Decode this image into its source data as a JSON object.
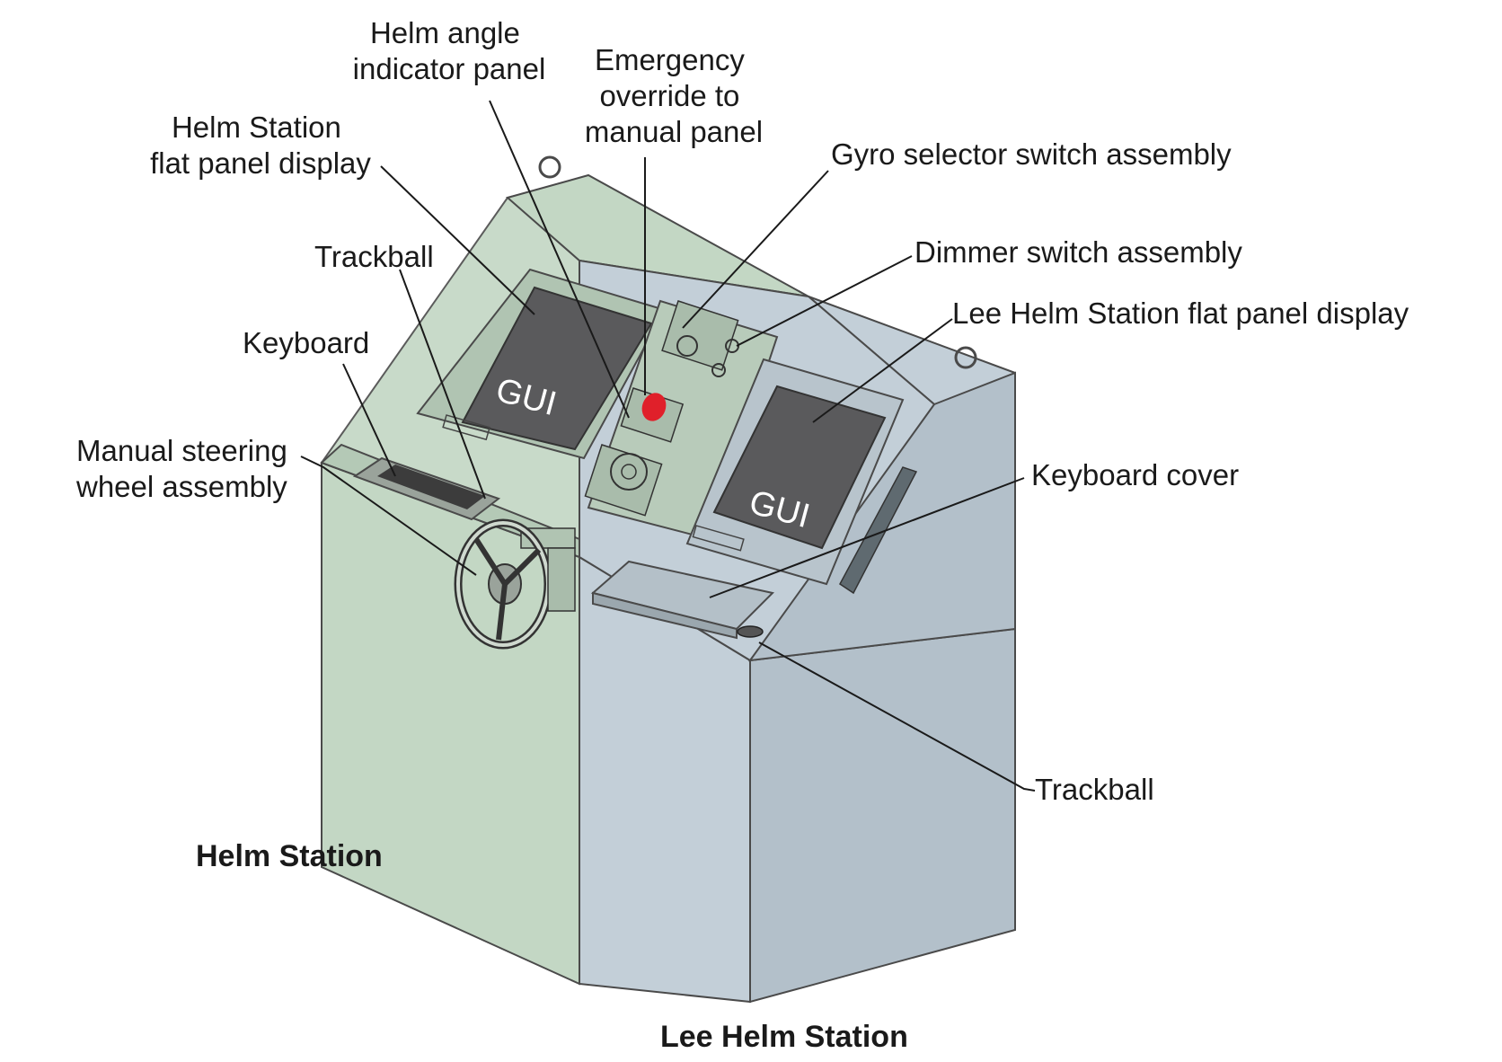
{
  "colors": {
    "helm_station": "#c3d7c4",
    "lee_helm_station": "#c3cfd8",
    "display": "#5a5a5c",
    "emergency_button": "#e0202a"
  },
  "labels": {
    "helm_angle_indicator_panel": [
      "Helm angle",
      "indicator panel"
    ],
    "emergency_override": [
      "Emergency",
      "override to",
      "manual panel"
    ],
    "helm_station_display": [
      "Helm Station",
      "flat panel display"
    ],
    "gyro_selector": [
      "Gyro selector switch assembly"
    ],
    "trackball_left": [
      "Trackball"
    ],
    "dimmer_switch": [
      "Dimmer switch assembly"
    ],
    "lee_helm_display": [
      "Lee Helm Station flat panel display"
    ],
    "keyboard": [
      "Keyboard"
    ],
    "manual_steering": [
      "Manual steering",
      "wheel assembly"
    ],
    "keyboard_cover": [
      "Keyboard cover"
    ],
    "trackball_right": [
      "Trackball"
    ]
  },
  "screens": {
    "helm_gui": "GUI",
    "lee_helm_gui": "GUI"
  },
  "station_names": {
    "helm": "Helm Station",
    "lee_helm": "Lee Helm Station"
  }
}
